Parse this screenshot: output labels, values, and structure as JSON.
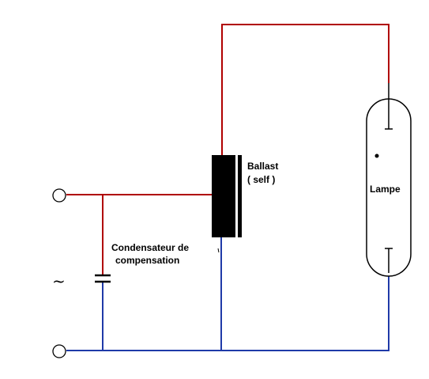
{
  "labels": {
    "ballast_line1": "Ballast",
    "ballast_line2": "( self )",
    "lamp": "Lampe",
    "capacitor_line1": "Condensateur de",
    "capacitor_line2": "compensation",
    "ac_symbol": "~"
  },
  "colors": {
    "live_wire": "#b00000",
    "neutral_wire": "#1f3aa8",
    "component": "#000000",
    "background": "#ffffff"
  },
  "components": [
    "ballast-coil",
    "lamp-tube",
    "compensation-capacitor",
    "terminal-live",
    "terminal-neutral"
  ]
}
